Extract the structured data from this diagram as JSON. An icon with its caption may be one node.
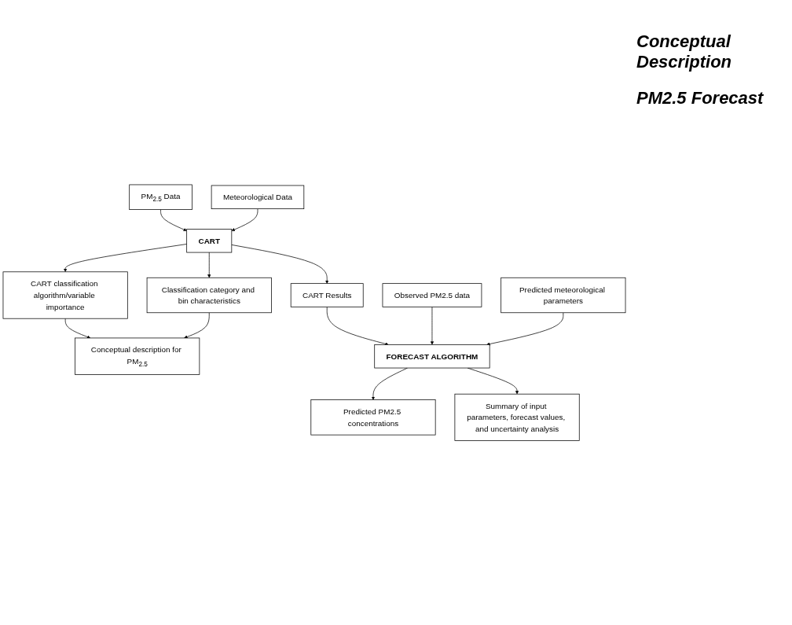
{
  "diagram": {
    "nodes": [
      {
        "text": [
          "PM$_{2.5}$ Data"
        ]
      },
      {
        "text": [
          "Meteorological Data"
        ]
      },
      {
        "text": [
          "CART"
        ]
      },
      {
        "text": [
          "CART classification algorithm/variable importance"
        ]
      },
      {
        "text": [
          "Classification category and bin characteristics"
        ]
      },
      {
        "text": [
          "Conceptual description for PM$_{2.5}$"
        ]
      },
      {
        "text": [
          "CART Results"
        ]
      },
      {
        "text": [
          "Observed PM2.5 data"
        ]
      },
      {
        "text": [
          "FORECAST ALGORITHM"
        ]
      },
      {
        "text": [
          "Predicted meteorological parameters"
        ]
      },
      {
        "text": [
          "Predicted PM2.5 concentrations"
        ]
      },
      {
        "text": [
          "Summary of input parameters, forecast values, and uncertainty analysis"
        ]
      }
    ],
    "edges": [
      {
        "from": 0,
        "to": 2,
        "arrow": "to"
      },
      {
        "from": 1,
        "to": 2,
        "arrow": "to"
      },
      {
        "from": 2,
        "to": 3,
        "arrow": "to"
      },
      {
        "from": 2,
        "to": 4,
        "arrow": "to"
      },
      {
        "from": 2,
        "to": 6,
        "arrow": "to"
      },
      {
        "from": 3,
        "to": 5,
        "arrow": "to"
      },
      {
        "from": 4,
        "to": 5,
        "arrow": "to"
      },
      {
        "from": 6,
        "to": 8,
        "arrow": "to"
      },
      {
        "from": 7,
        "to": 8,
        "arrow": "to"
      },
      {
        "from": 9,
        "to": 8,
        "arrow": "to"
      },
      {
        "from": 8,
        "to": 10,
        "arrow": "to"
      },
      {
        "from": 8,
        "to": 11,
        "arrow": "to"
      }
    ],
    "labels": [
      "Conceptual Description",
      "PM2.5 Forecast"
    ]
  }
}
